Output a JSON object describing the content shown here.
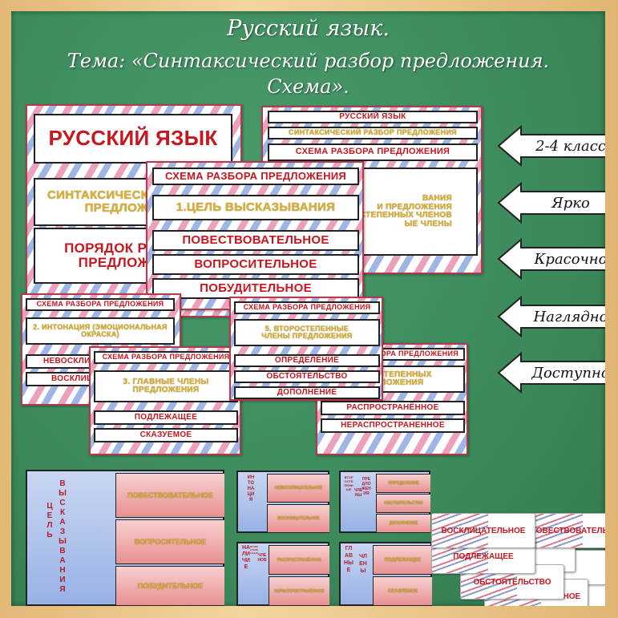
{
  "header": {
    "title": "Русский язык.",
    "topic_line1": "Тема: «Синтаксический разбор предложения.",
    "topic_line2": "Схема»."
  },
  "features": [
    "2-4 класс",
    "Ярко",
    "Красочно",
    "Наглядно",
    "Доступно"
  ],
  "slides": {
    "title_slide": {
      "heading": "РУССКИЙ ЯЗЫК",
      "subheading": "СИНТАКСИЧЕСКИЙ РАЗБОР ПРЕДЛОЖЕНИЯ",
      "order": "ПОРЯДОК РАЗБОРА ПРЕДЛОЖЕНИЯ"
    },
    "overview_slide": {
      "line1": "РУССКИЙ ЯЗЫК",
      "line2": "СИНТАКСИЧЕСКИЙ РАЗБОР ПРЕДЛОЖЕНИЯ",
      "line3": "СХЕМА РАЗБОРА ПРЕДЛОЖЕНИЯ",
      "frag1": "ВАНИЯ",
      "frag2": "И ПРЕДЛОЖЕНИЯ",
      "frag3": "ОСТЕПЕННЫХ ЧЛЕНОВ",
      "frag4": "ЫЕ ЧЛЕНЫ"
    },
    "purpose_slide": {
      "header": "СХЕМА РАЗБОРА ПРЕДЛОЖЕНИЯ",
      "step": "1.ЦЕЛЬ ВЫСКАЗЫВАНИЯ",
      "options": [
        "ПОВЕСТВОВАТЕЛЬНОЕ",
        "ВОПРОСИТЕЛЬНОЕ",
        "ПОБУДИТЕЛЬНОЕ"
      ]
    },
    "intonation_slide": {
      "header": "СХЕМА РАЗБОРА ПРЕДЛОЖЕНИЯ",
      "step": "2. ИНТОНАЦИЯ (ЭМОЦИОНАЛЬНАЯ ОКРАСКА)",
      "options": [
        "НЕВОСКЛИЦАТЕЛЬНОЕ",
        "ВОСКЛИЦАТЕЛЬНОЕ"
      ]
    },
    "main_members_slide": {
      "header": "СХЕМА РАЗБОРА ПРЕДЛОЖЕНИЯ",
      "step": "3. ГЛАВНЫЕ ЧЛЕНЫ ПРЕДЛОЖЕНИЯ",
      "options": [
        "ПОДЛЕЖАЩЕЕ",
        "СКАЗУЕМОЕ"
      ]
    },
    "secondary_slide": {
      "header": "СХЕМА РАЗБОРА ПРЕДЛОЖЕНИЯ",
      "step": "5. ВТОРОСТЕПЕННЫЕ ЧЛЕНЫ ПРЕДЛОЖЕНИЯ",
      "options": [
        "ОПРЕДЕЛЕНИЕ",
        "ОБСТОЯТЕЛЬСТВО",
        "ДОПОЛНЕНИЕ"
      ]
    },
    "presence_slide": {
      "header": "СХЕМА РАЗБОРА ПРЕДЛОЖЕНИЯ",
      "step": "ВТОРОСТЕПЕННЫХ ПРЕДЛОЖЕНИЯ",
      "options": [
        "РАСПРОСТРАНЁННОЕ",
        "НЕРАСПРОСТРАНЕННОЕ"
      ]
    }
  },
  "cards": {
    "purpose": {
      "label_a": "ЦЕЛЬ",
      "label_b": "ВЫСКАЗЫВАНИЯ",
      "options": [
        "ПОВЕСТВОВАТЕЛЬНОЕ",
        "ВОПРОСИТЕЛЬНОЕ",
        "ПОБУДИТЕЛЬНОЕ"
      ]
    },
    "intonation": {
      "label_a": "ИНТОНАЦИЯ",
      "options": [
        "НЕВОСКЛИЦАТЕЛЬНОЕ",
        "ВОСКЛИЦАТЕЛЬНОЕ"
      ]
    },
    "secondary": {
      "label_a": "ВТОРОСТЕПЕННЫЕ",
      "label_b": "ЧЛЕНЫ",
      "label_c": "ПРЕДЛОЖЕНИЯ",
      "options": [
        "ОПРЕДЕЛЕНИЕ",
        "ОБСТОЯТЕЛЬСТВО",
        "ДОПОЛНЕНИЕ"
      ]
    },
    "presence": {
      "label_a": "НАЛИЧИЕ",
      "label_b": "ВТОРОСТЕПЕННЫХ",
      "label_c": "ЧЛЕНОВ",
      "options": [
        "РАСПРОСТРАНЁННОЕ",
        "НЕРАСПРОСТРАНЁННОЕ"
      ]
    },
    "main": {
      "label_a": "ГЛАВНЫЕ",
      "label_b": "ЧЛЕНЫ",
      "options": [
        "ПОДЛЕЖАЩЕЕ",
        "СКАЗУЕМОЕ"
      ]
    }
  },
  "mini_cards": [
    "ВОСКЛИЦАТЕЛЬНОЕ",
    "ПОДЛЕЖАЩЕЕ",
    "ОБСТОЯТЕЛЬСТВО",
    "РАСПРОСТРАНЕННОЕ",
    "ПОВЕСТВОВАТЕЛЬНОЕ",
    "ЕНИЕ",
    "ОЕ",
    "ЕЛЬНОЕ"
  ]
}
